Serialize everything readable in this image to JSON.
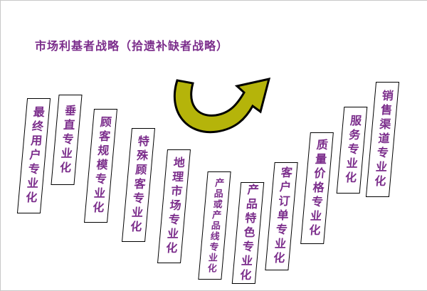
{
  "slide": {
    "title": "市场利基者战略（拾遗补缺者战略）"
  },
  "diagram": {
    "arrow": {
      "name": "u-turn-up-right-arrow"
    },
    "boxes": [
      {
        "label": "最终用户专业化"
      },
      {
        "label": "垂直专业化"
      },
      {
        "label": "顾客规模专业化"
      },
      {
        "label": "特殊顾客专业化"
      },
      {
        "label": "地理市场专业化"
      },
      {
        "label": "产品或产品线专业化"
      },
      {
        "label": "产品特色专业化"
      },
      {
        "label": "客户订单专业化"
      },
      {
        "label": "质量价格专业化"
      },
      {
        "label": "服务专业化"
      },
      {
        "label": "销售渠道专业化"
      }
    ],
    "colors": {
      "text": "#7b2d8b",
      "arrow_fill": "#b5b40a",
      "arrow_stroke": "#000000"
    }
  }
}
